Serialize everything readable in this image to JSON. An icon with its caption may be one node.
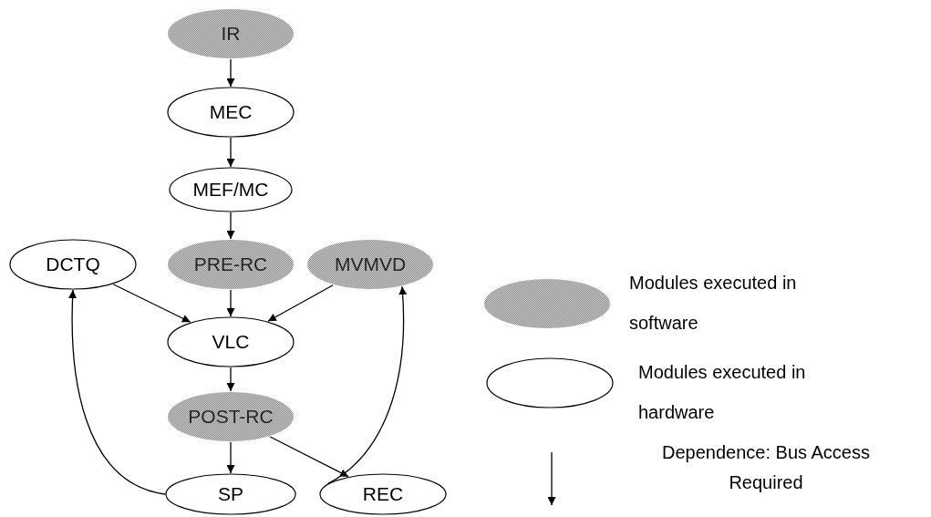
{
  "diagram": {
    "nodes": [
      {
        "text": [
          "IR"
        ]
      },
      {
        "text": [
          "MEC"
        ]
      },
      {
        "text": [
          "MEF/MC"
        ]
      },
      {
        "text": [
          "DCTQ"
        ]
      },
      {
        "text": [
          "PRE-RC"
        ]
      },
      {
        "text": [
          "MVMVD"
        ]
      },
      {
        "text": [
          "VLC"
        ]
      },
      {
        "text": [
          "POST-RC"
        ]
      },
      {
        "text": [
          "SP"
        ]
      },
      {
        "text": [
          "REC"
        ]
      }
    ],
    "edges": [
      {
        "from": 0,
        "to": 1,
        "arrow": "to"
      },
      {
        "from": 1,
        "to": 2,
        "arrow": "to"
      },
      {
        "from": 2,
        "to": 4,
        "arrow": "to"
      },
      {
        "from": 3,
        "to": 6,
        "arrow": "to"
      },
      {
        "from": 4,
        "to": 6,
        "arrow": "to"
      },
      {
        "from": 5,
        "to": 6,
        "arrow": "to"
      },
      {
        "from": 6,
        "to": 7,
        "arrow": "to"
      },
      {
        "from": 7,
        "to": 8,
        "arrow": "to"
      },
      {
        "from": 7,
        "to": 9,
        "arrow": "to"
      },
      {
        "from": 8,
        "to": 3,
        "arrow": "to"
      },
      {
        "from": 9,
        "to": 5,
        "arrow": "to"
      }
    ],
    "legend": [
      {
        "text": "Modules executed in software"
      },
      {
        "text": "Modules executed in hardware"
      },
      {
        "text": "Dependence: Bus Access Required"
      }
    ]
  }
}
